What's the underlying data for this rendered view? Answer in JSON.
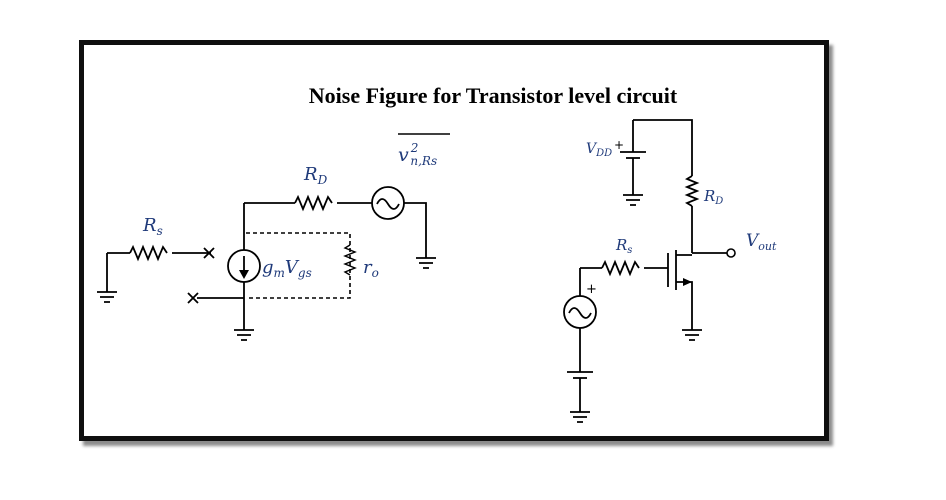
{
  "title": "Noise Figure for Transistor level circuit",
  "small_signal_circuit": {
    "source_resistor": {
      "symbol": "R",
      "sub": "s"
    },
    "drain_resistor": {
      "symbol": "R",
      "sub": "D"
    },
    "noise_voltage": {
      "symbol": "v",
      "sup": "2",
      "sub": "n,Rs"
    },
    "current_source": {
      "g": "g",
      "g_sub": "m",
      "v": "V",
      "v_sub": "gs"
    },
    "output_resistor": {
      "symbol": "r",
      "sub": "o"
    }
  },
  "transistor_circuit": {
    "supply": {
      "symbol": "V",
      "sub": "DD",
      "plus": "+"
    },
    "drain_resistor": {
      "symbol": "R",
      "sub": "D"
    },
    "source_resistor": {
      "symbol": "R",
      "sub": "s"
    },
    "output": {
      "symbol": "V",
      "sub": "out"
    },
    "source_plus": "+"
  },
  "colors": {
    "label": "#1f3a7a",
    "wire": "#000000",
    "frame": "#0f0f0f"
  }
}
